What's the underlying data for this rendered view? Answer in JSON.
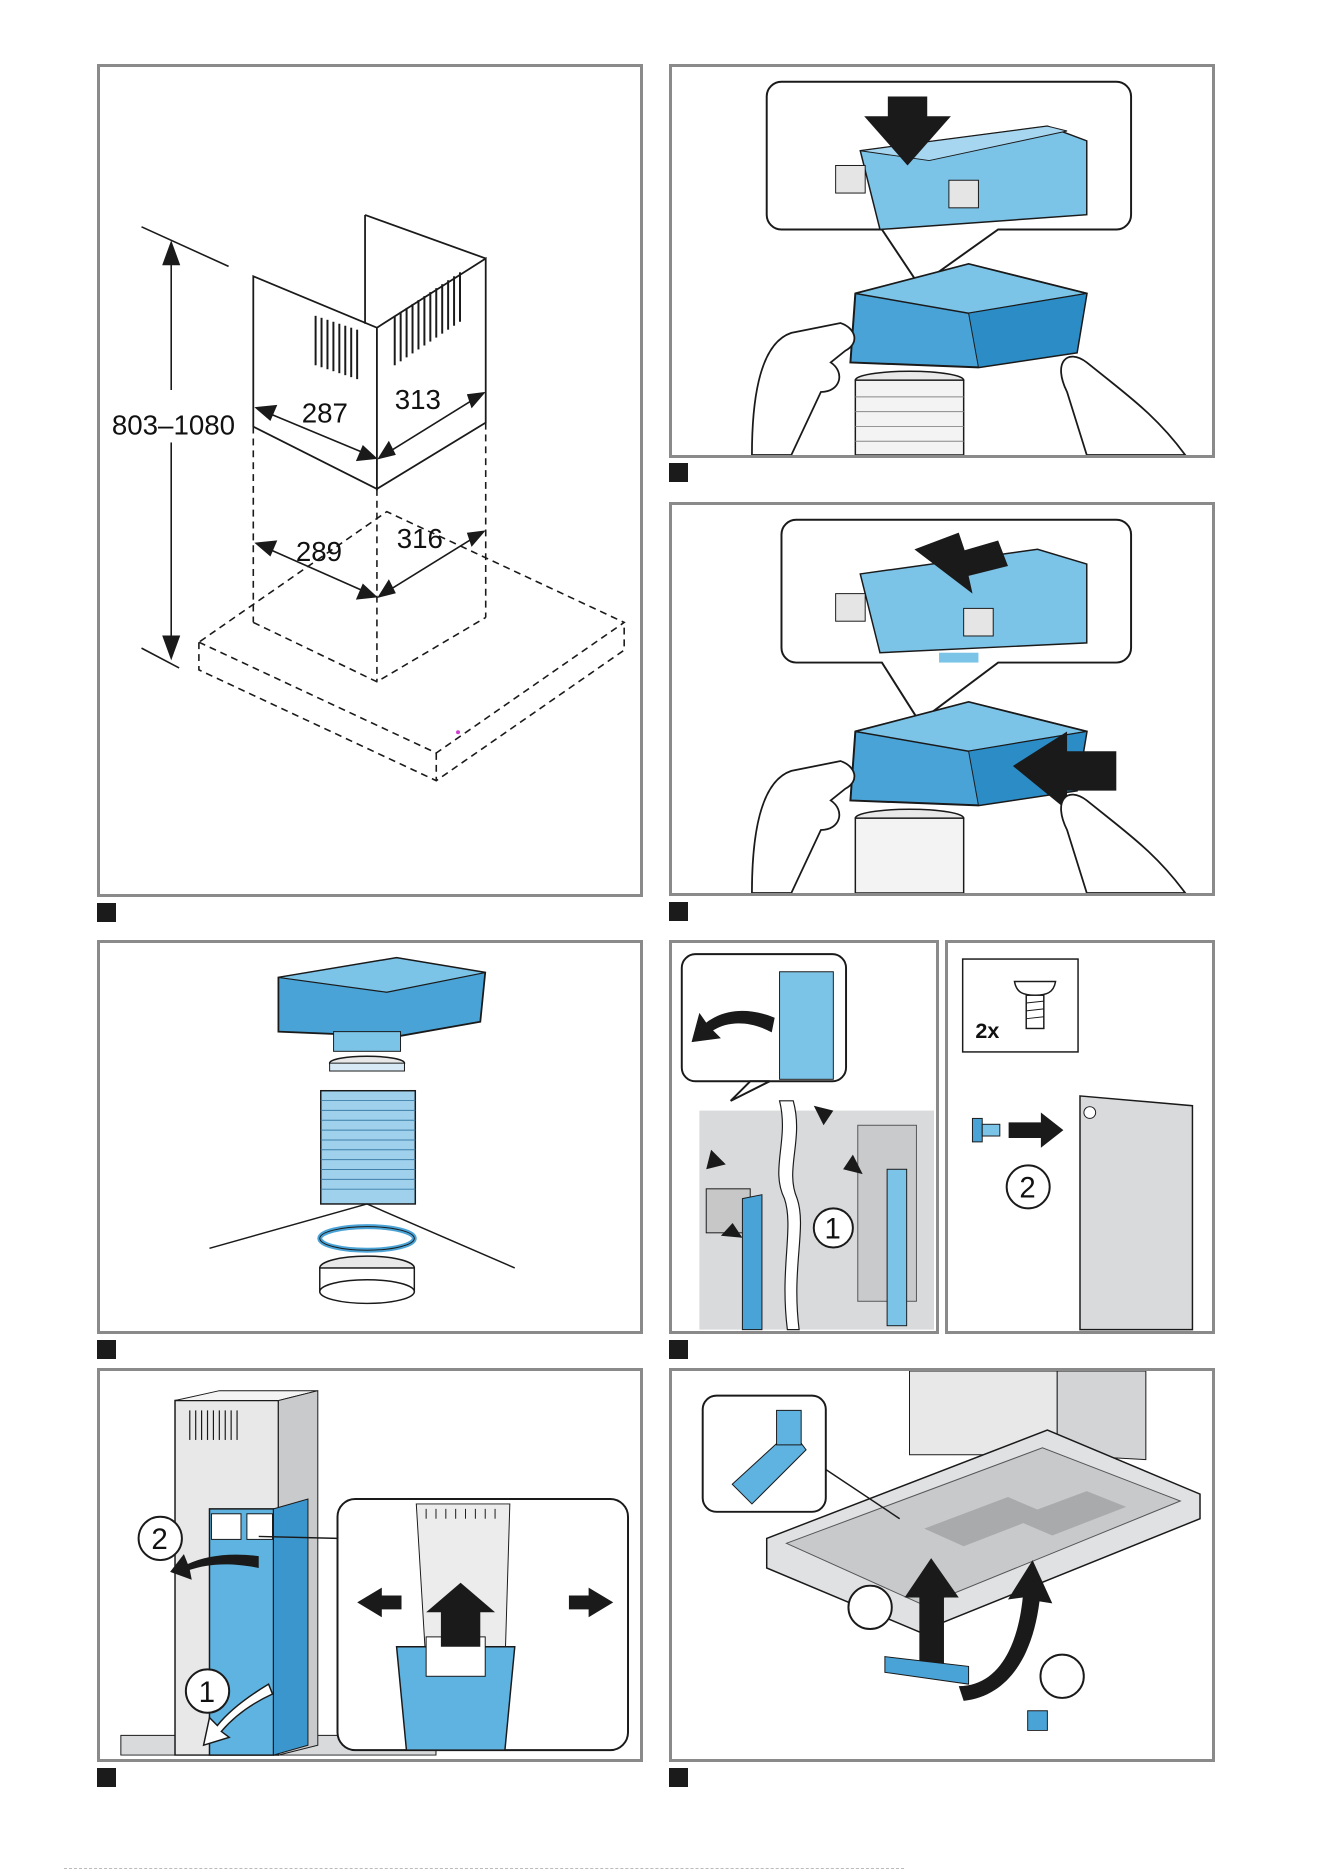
{
  "colors": {
    "accent_blue": "#5fb3e0",
    "dark_blue": "#1f7fb8",
    "light_blue": "#9fd0ec",
    "frame_gray": "#8a8a8a",
    "metal_gray": "#d9dadc",
    "line": "#1a1a1a"
  },
  "fig1": {
    "height_range": "803–1080",
    "upper_width": "287",
    "upper_depth": "313",
    "lower_width": "289",
    "lower_depth": "316"
  },
  "fig5b": {
    "quantity": "2x",
    "step": "2"
  },
  "fig5a": {
    "step": "1"
  },
  "fig6": {
    "step1": "1",
    "step2": "2"
  },
  "icons": [
    "arrow-down-icon",
    "arrow-left-icon",
    "arrow-right-icon",
    "arrow-up-icon",
    "curved-arrow-icon",
    "screw-icon",
    "hand-icon"
  ]
}
